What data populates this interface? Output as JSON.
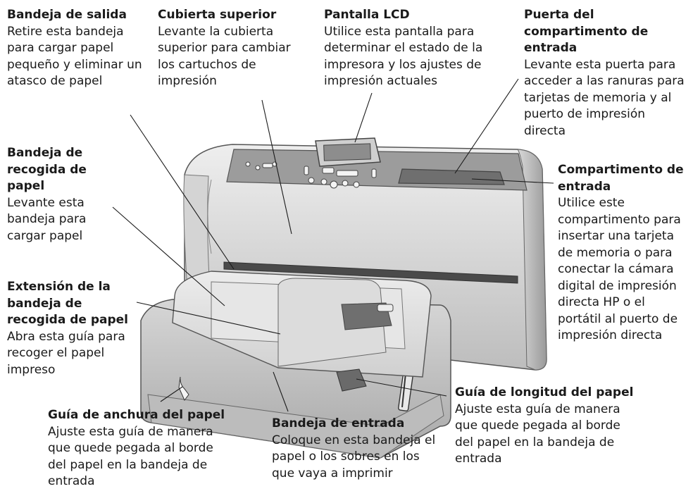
{
  "callouts": {
    "bandeja_salida": {
      "title": "Bandeja de salida",
      "desc": "Retire esta bandeja para cargar papel pequeño y eliminar un atasco de papel"
    },
    "cubierta_superior": {
      "title": "Cubierta superior",
      "desc": "Levante la cubierta superior para cambiar los cartuchos de impresión"
    },
    "pantalla_lcd": {
      "title": "Pantalla LCD",
      "desc": "Utilice esta pantalla para determinar el estado de la impresora y los ajustes de impresión actuales"
    },
    "puerta_compartimento": {
      "title": "Puerta del compartimento de entrada",
      "desc": "Levante esta puerta para acceder a las ranuras para tarjetas de memoria y al puerto de impresión directa"
    },
    "bandeja_recogida": {
      "title": "Bandeja de recogida de papel",
      "desc": "Levante esta bandeja para cargar papel"
    },
    "compartimento_entrada": {
      "title": "Compartimento de entrada",
      "desc": "Utilice este compartimento para insertar una tarjeta de memoria o para conectar la cámara digital de impresión directa HP o el portátil al puerto de impresión directa"
    },
    "extension_bandeja": {
      "title": "Extensión de la bandeja de recogida de papel",
      "desc": "Abra esta guía para recoger el papel impreso"
    },
    "guia_longitud": {
      "title": "Guía de longitud del papel",
      "desc": "Ajuste esta guía de manera que quede pegada al borde del papel en la bandeja de entrada"
    },
    "guia_anchura": {
      "title": "Guía de anchura del papel",
      "desc": "Ajuste esta guía de manera que quede pegada al borde del papel en la bandeja de entrada"
    },
    "bandeja_entrada": {
      "title": "Bandeja de entrada",
      "desc": "Coloque en esta bandeja el papel o los sobres en los que vaya a imprimir"
    }
  }
}
